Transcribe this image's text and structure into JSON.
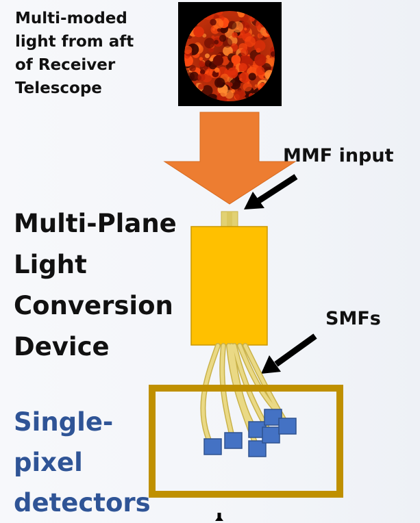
{
  "caption": {
    "lines": [
      "Multi-moded",
      "light from aft",
      "of Receiver",
      "Telescope"
    ]
  },
  "mmf_input_label": "MMF input",
  "device_label": {
    "lines": [
      "Multi-Plane",
      "Light",
      "Conversion",
      "Device"
    ]
  },
  "smfs_label": "SMFs",
  "detectors_label": {
    "lines": [
      "Single-",
      "pixel",
      "detectors"
    ]
  },
  "colors": {
    "label_text": "#111111",
    "detectors_text": "#2f5496",
    "big_arrow": "#ed7d31",
    "device_fill": "#ffc000",
    "fiber": "#e2d173",
    "detector_fill": "#4472c4",
    "box_outline": "#bf9000",
    "speckle_dark": "#5a0a00",
    "speckle_bright": "#ff4a10"
  },
  "icons": {
    "speckle_image": "multimode-speckle-pattern",
    "pointer_arrow": "black-arrow"
  }
}
